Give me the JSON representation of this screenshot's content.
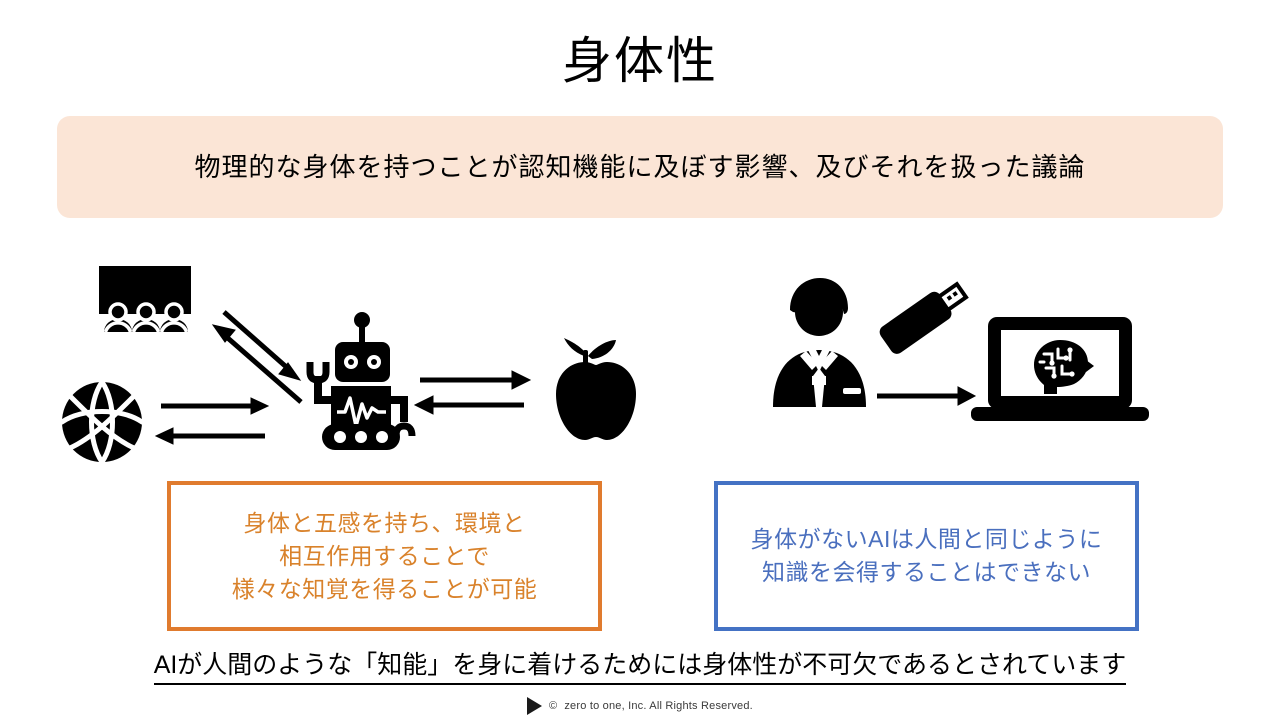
{
  "slide": {
    "title": "身体性",
    "subtitle": "物理的な身体を持つことが認知機能に及ぼす影響、及びそれを扱った議論",
    "background_color": "#ffffff"
  },
  "banner": {
    "background_color": "#fbe5d6",
    "text": "物理的な身体を持つことが認知機能に及ぼす影響、及びそれを扱った議論"
  },
  "illustration": {
    "left_group": {
      "caption_icons": [
        "presentation-screen-audience-icon",
        "basketball-icon",
        "robot-icon",
        "apple-icon"
      ],
      "arrows": [
        "audience-to-robot-arrow",
        "robot-to-audience-arrow",
        "basketball-to-robot-arrow",
        "robot-to-basketball-arrow",
        "robot-to-apple-arrow",
        "apple-to-robot-arrow"
      ]
    },
    "right_group": {
      "caption_icons": [
        "businessman-icon",
        "usb-drive-icon",
        "laptop-ai-brain-icon"
      ],
      "arrows": [
        "person-to-laptop-arrow"
      ]
    },
    "icon_color": "#000000"
  },
  "callouts": [
    {
      "id": "orange",
      "border_color": "#e07b2e",
      "text_color": "#d9822b",
      "lines": [
        "身体と五感を持ち、環境と",
        "相互作用することで",
        "様々な知覚を得ることが可能"
      ],
      "text": "身体と五感を持ち、環境と\n相互作用することで\n様々な知覚を得ることが可能"
    },
    {
      "id": "blue",
      "border_color": "#4472c4",
      "text_color": "#4a6fbe",
      "lines": [
        "身体がないAIは人間と同じように",
        "知識を会得することはできない"
      ],
      "text": "身体がないAIは人間と同じように\n知識を会得することはできない"
    }
  ],
  "conclusion": {
    "text": "AIが人間のような「知能」を身に着けるためには身体性が不可欠であるとされています",
    "underlined": true
  },
  "footer": {
    "mark": "play-triangle-icon",
    "copyright_symbol": "©",
    "text": "zero to one, Inc. All Rights Reserved."
  }
}
